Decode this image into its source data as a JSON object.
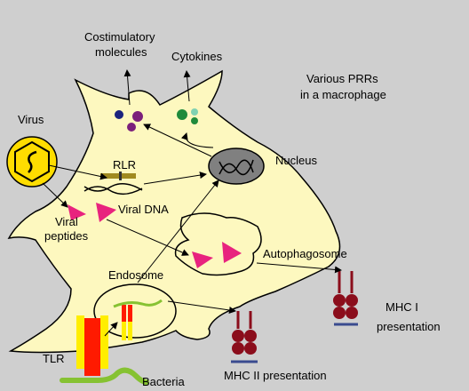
{
  "labels": {
    "costimulatory_1": "Costimulatory",
    "costimulatory_2": "molecules",
    "cytokines": "Cytokines",
    "prrs_1": "Various PRRs",
    "prrs_2": "in a macrophage",
    "virus": "Virus",
    "rlr": "RLR",
    "nucleus": "Nucleus",
    "viral_dna": "Viral DNA",
    "viral_peptides_1": "Viral",
    "viral_peptides_2": "peptides",
    "autophagosome": "Autophagosome",
    "endosome": "Endosome",
    "mhc1_1": "MHC I",
    "mhc1_2": "presentation",
    "tlr": "TLR",
    "bacteria": "Bacteria",
    "mhc2": "MHC II presentation"
  },
  "colors": {
    "background": "#cfcfcf",
    "cell": "#fdf8bf",
    "virus": "#ffdd00",
    "peptide": "#e8237e",
    "mhc": "#8b0d1b",
    "membrane_line": "#3a4b8f",
    "tlr_red": "#ff1a00",
    "tlr_yellow": "#ffee00",
    "bacteria": "#86c232",
    "rlr": "#a08a20",
    "nucleus": "#808080",
    "costim_navy": "#1a237e",
    "costim_purple": "#7b1f7b",
    "cytokine_green": "#1f8a3b",
    "cytokine_light": "#7fd1b2"
  }
}
